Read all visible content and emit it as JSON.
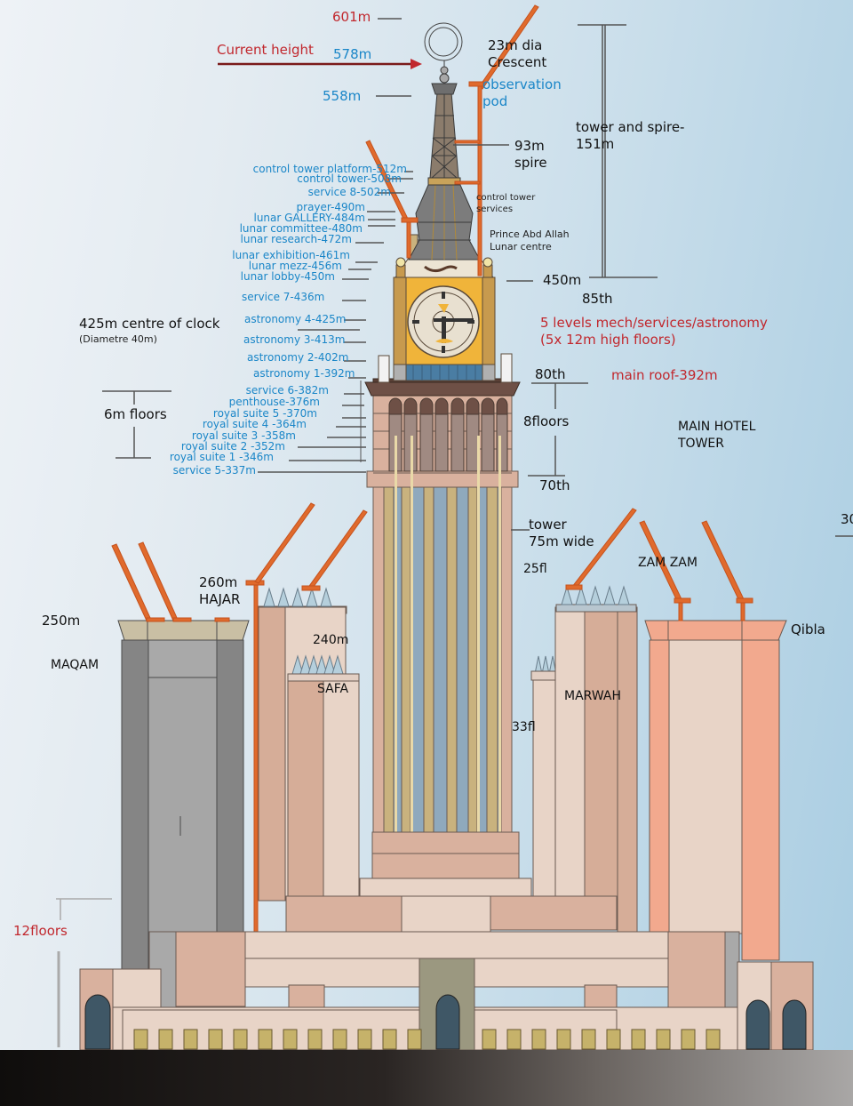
{
  "colors": {
    "annotation_blue": "#1a86c8",
    "annotation_red": "#c1272d",
    "crane_orange": "#e06a2c",
    "clock_yellow": "#f0b43a",
    "tower_pink": "#d9b19e",
    "column_gold": "#c9b27e",
    "column_blue": "#8fa9bd",
    "maqam_grey": "#9a9a9a",
    "qibla_salmon": "#f2a98e",
    "ground_dark": "#1a1716"
  },
  "top": {
    "h601": "601m",
    "current_height": "Current height",
    "h578": "578m",
    "h558": "558m",
    "crescent": [
      "23m dia",
      "Crescent"
    ],
    "observation": [
      "observation",
      "pod"
    ],
    "tower_spire": [
      "tower and spire-",
      "151m"
    ],
    "spire": [
      "93m",
      "spire"
    ],
    "control_services": [
      "control tower",
      "services"
    ],
    "lunar_centre": [
      "Prince Abd Allah",
      "Lunar centre"
    ],
    "h450": "450m",
    "f85": "85th"
  },
  "levels_upper": [
    "control tower platform-512m",
    "control tower-508m",
    "service 8-502m",
    "prayer-490m",
    "lunar GALLERY-484m",
    "lunar committee-480m",
    "lunar research-472m",
    "lunar exhibition-461m",
    "lunar mezz-456m",
    "lunar lobby-450m"
  ],
  "levels_clock": [
    "service 7-436m",
    "astronomy 4-425m",
    "astronomy 3-413m",
    "astronomy 2-402m",
    "astronomy 1-392m"
  ],
  "levels_suites": [
    "service 6-382m",
    "penthouse-376m",
    "royal suite 5 -370m",
    "royal suite 4 -364m",
    "royal suite 3 -358m",
    "royal suite 2 -352m",
    "royal suite 1 -346m",
    "service 5-337m"
  ],
  "clock": {
    "centre": "425m centre of clock",
    "diameter": "(Diametre 40m)"
  },
  "right_notes": {
    "mech_levels": "5 levels mech/services/astronomy",
    "mech_floors": "(5x 12m high floors)",
    "f80": "80th",
    "main_roof": "main roof-392m",
    "eight_floors": "8floors",
    "f70": "70th",
    "main_hotel": [
      "MAIN HOTEL",
      "TOWER"
    ],
    "tower_wide": [
      "tower",
      "75m wide"
    ],
    "fl25": "25fl",
    "fl33": "33fl",
    "cut_30": "30"
  },
  "left_notes": {
    "six_m_floors": "6m floors",
    "twelve_floors": "12floors"
  },
  "buildings": {
    "hajar_height": "260m",
    "hajar": "HAJAR",
    "maqam_height": "250m",
    "maqam": "MAQAM",
    "safa_height": "240m",
    "safa": "SAFA",
    "marwah": "MARWAH",
    "zamzam": "ZAM ZAM",
    "qibla": "Qibla"
  }
}
